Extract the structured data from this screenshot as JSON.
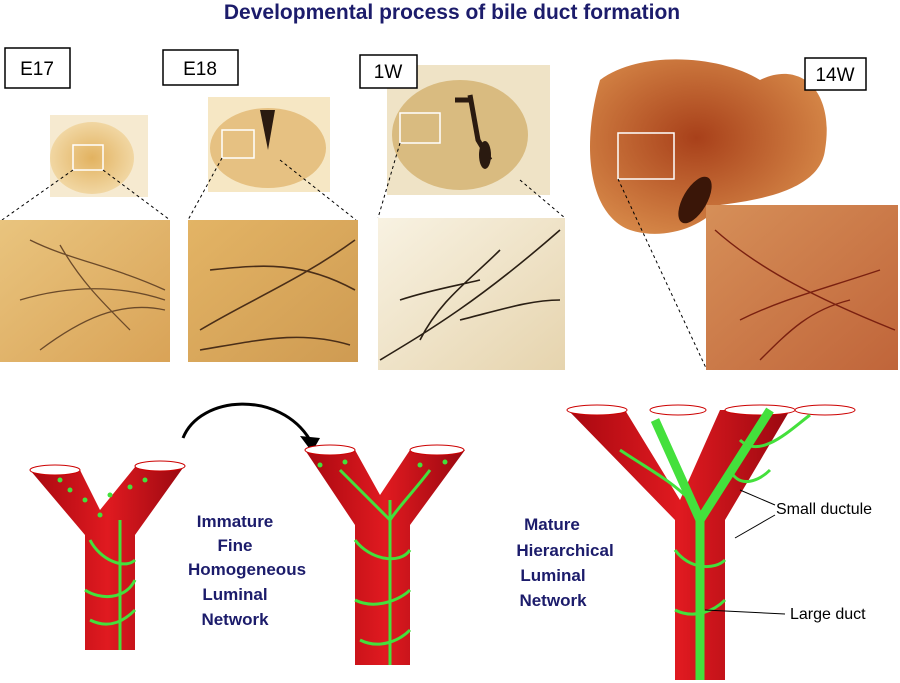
{
  "title": "Developmental process of bile duct formation",
  "stages": [
    {
      "label": "E17"
    },
    {
      "label": "E18"
    },
    {
      "label": "1W"
    },
    {
      "label": "14W"
    }
  ],
  "immature_text": [
    "Immature",
    "Fine",
    "Homogeneous",
    "Luminal",
    "Network"
  ],
  "mature_text": [
    "Mature",
    "Hierarchical",
    "Luminal",
    "Network"
  ],
  "annotations": {
    "small": "Small ductule",
    "large": "Large duct"
  },
  "colors": {
    "title": "#1c1c6b",
    "tube": "#d0101a",
    "duct": "#44e03c"
  }
}
